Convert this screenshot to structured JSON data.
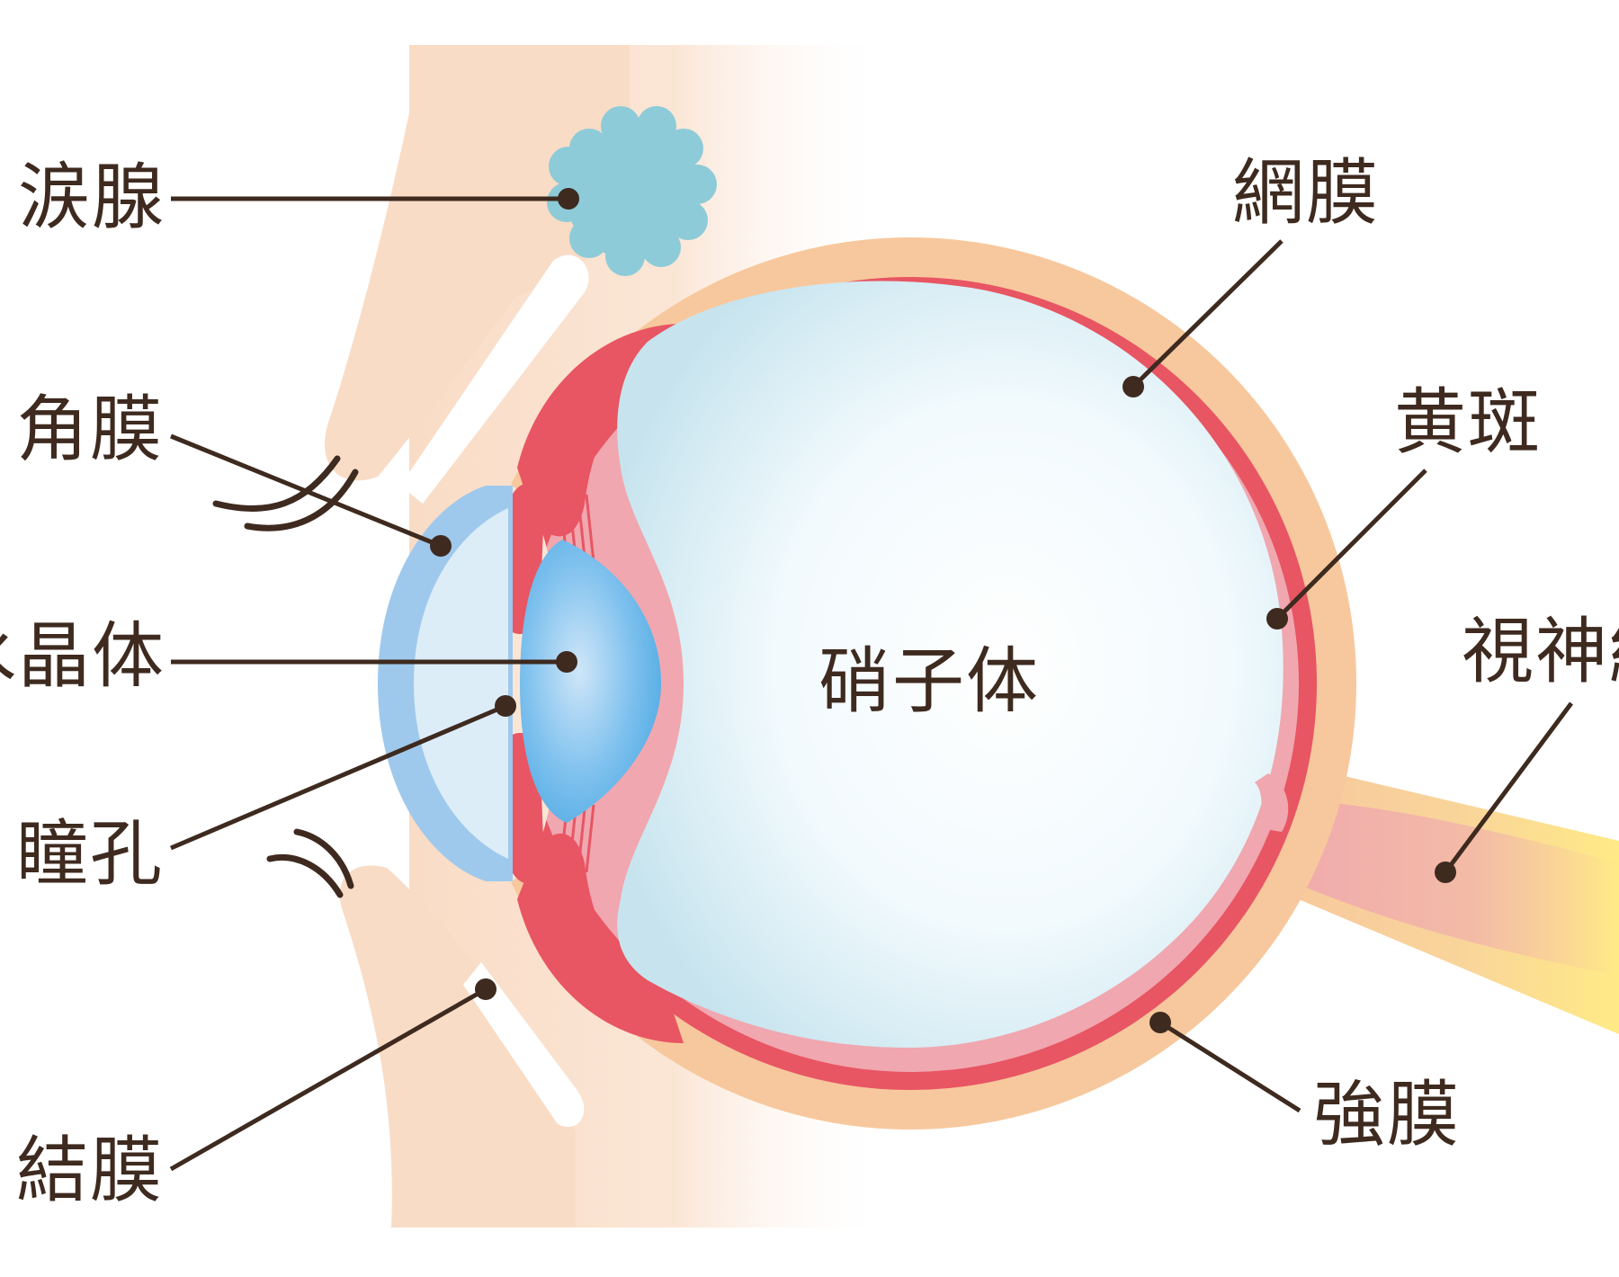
{
  "labels": {
    "lacrimal_gland": "涙腺",
    "cornea": "角膜",
    "lens": "水晶体",
    "pupil": "瞳孔",
    "conjunctiva": "結膜",
    "retina": "網膜",
    "macula": "黄斑",
    "optic_nerve": "視神経",
    "sclera": "強膜",
    "vitreous": "硝子体"
  },
  "colors": {
    "skin": "#f9dcc6",
    "sclera": "#f7c89d",
    "choroid": "#e85563",
    "retina": "#f0a7af",
    "vitreous": "#eaf6fa",
    "cornea": "#9fc9ec",
    "lens": "#4aa9e3",
    "lacrimal_gland": "#8ecbd8",
    "optic_nerve_tip": "#ffe98a",
    "leader_line": "#3e2a1f"
  }
}
